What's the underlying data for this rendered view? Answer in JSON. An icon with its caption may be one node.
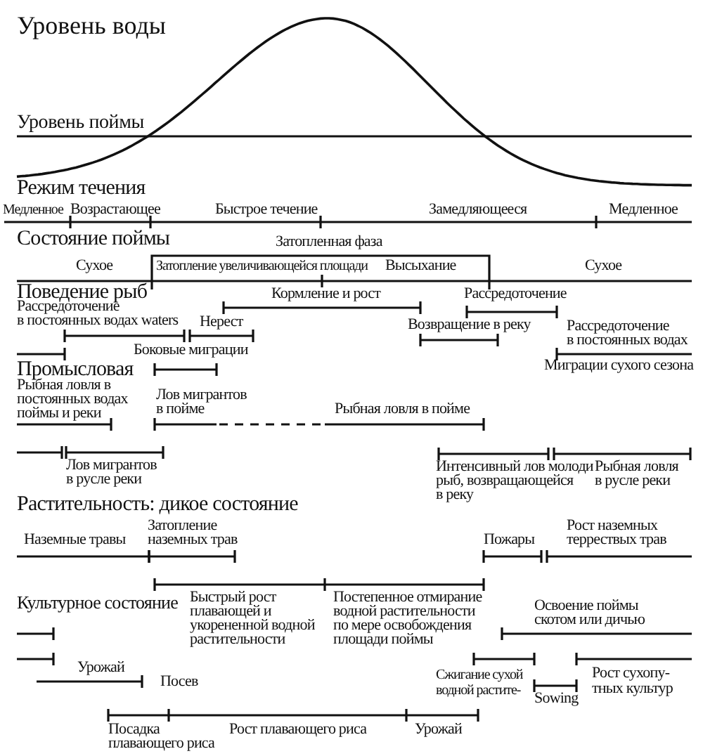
{
  "diagram": {
    "labels": [
      "Уровень воды",
      "Уровень поймы",
      "Режим течения",
      "Медленное",
      "Возрастающее",
      "Быстрое течение",
      "Замедляющееся",
      "Медленное",
      "Состояние поймы",
      "Затопленная фаза",
      "Сухое",
      "Затопление увеличивающейся площади",
      "Высыхание",
      "Сухое",
      "Поведение рыб",
      "Кормление и рост",
      "Рассредоточение",
      "Рассредоточение в постоянных водах waters",
      "Нерест",
      "Возвращение в реку",
      "Рассредоточение в постоянных водах",
      "Боковые миграции",
      "Миграции сухого сезона",
      "Промысловая",
      "Рыбная ловля в постоянных водах поймы и реки",
      "Лов мигрантов в пойме",
      "Рыбная ловля в пойме",
      "Лов мигрантов в русле реки",
      "Интенсивный лов молоди рыб, возвращающейся в реку",
      "Рыбная ловля в русле реки",
      "Растительность: дикое состояние",
      "Затопление наземных трав",
      "Наземные травы",
      "Пожары",
      "Рост наземных террествых трав",
      "Культурное состояние",
      "Быстрый рост плавающей и укорененной водной растительности",
      "Постепенное отмирание водной растительности по мере освобождения площади поймы",
      "Освоение поймы скотом или дичью",
      "Урожай",
      "Посев",
      "Сжигание сухой водной растите-",
      "Sowing",
      "Рост сухопу- тных культур",
      "Посадка плавающего риса",
      "Рост плавающего риса",
      "Урожай"
    ]
  }
}
